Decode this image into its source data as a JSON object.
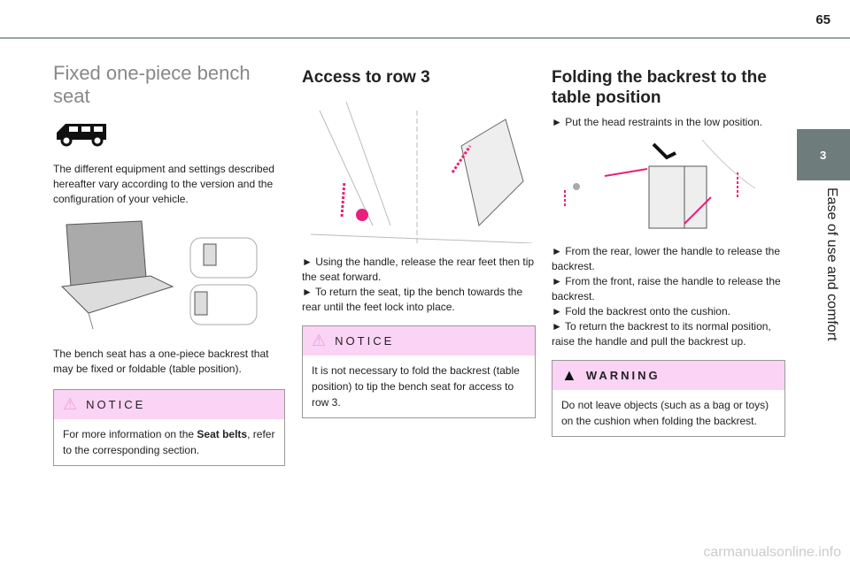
{
  "page_number": "65",
  "chapter": {
    "number": "3",
    "title": "Ease of use and comfort"
  },
  "col1": {
    "title": "Fixed one-piece bench seat",
    "intro": "The different equipment and settings described hereafter vary according to the version and the configuration of your vehicle.",
    "desc": "The bench seat has a one-piece backrest that may be fixed or foldable (table position).",
    "notice": {
      "label": "NOTICE",
      "pre": "For more information on the ",
      "bold": "Seat belts",
      "post": ", refer to the corresponding section."
    }
  },
  "col2": {
    "title": "Access to row 3",
    "steps": [
      "► Using the handle, release the rear feet then tip the seat forward.",
      "► To return the seat, tip the bench towards the rear until the feet lock into place."
    ],
    "notice": {
      "label": "NOTICE",
      "text": "It is not necessary to fold the backrest (table position) to tip the bench seat for access to row 3."
    }
  },
  "col3": {
    "title": "Folding the backrest to the table position",
    "step0": "► Put the head restraints in the low position.",
    "steps": [
      "► From the rear, lower the handle to release the backrest.",
      "► From the front, raise the handle to release the backrest.",
      "► Fold the backrest onto the cushion.",
      "► To return the backrest to its normal position, raise the handle and pull the backrest up."
    ],
    "warning": {
      "label": "WARNING",
      "text": "Do not leave objects (such as a bag or toys) on the cushion when folding the backrest."
    }
  },
  "watermark": "carmanualsonline.info"
}
